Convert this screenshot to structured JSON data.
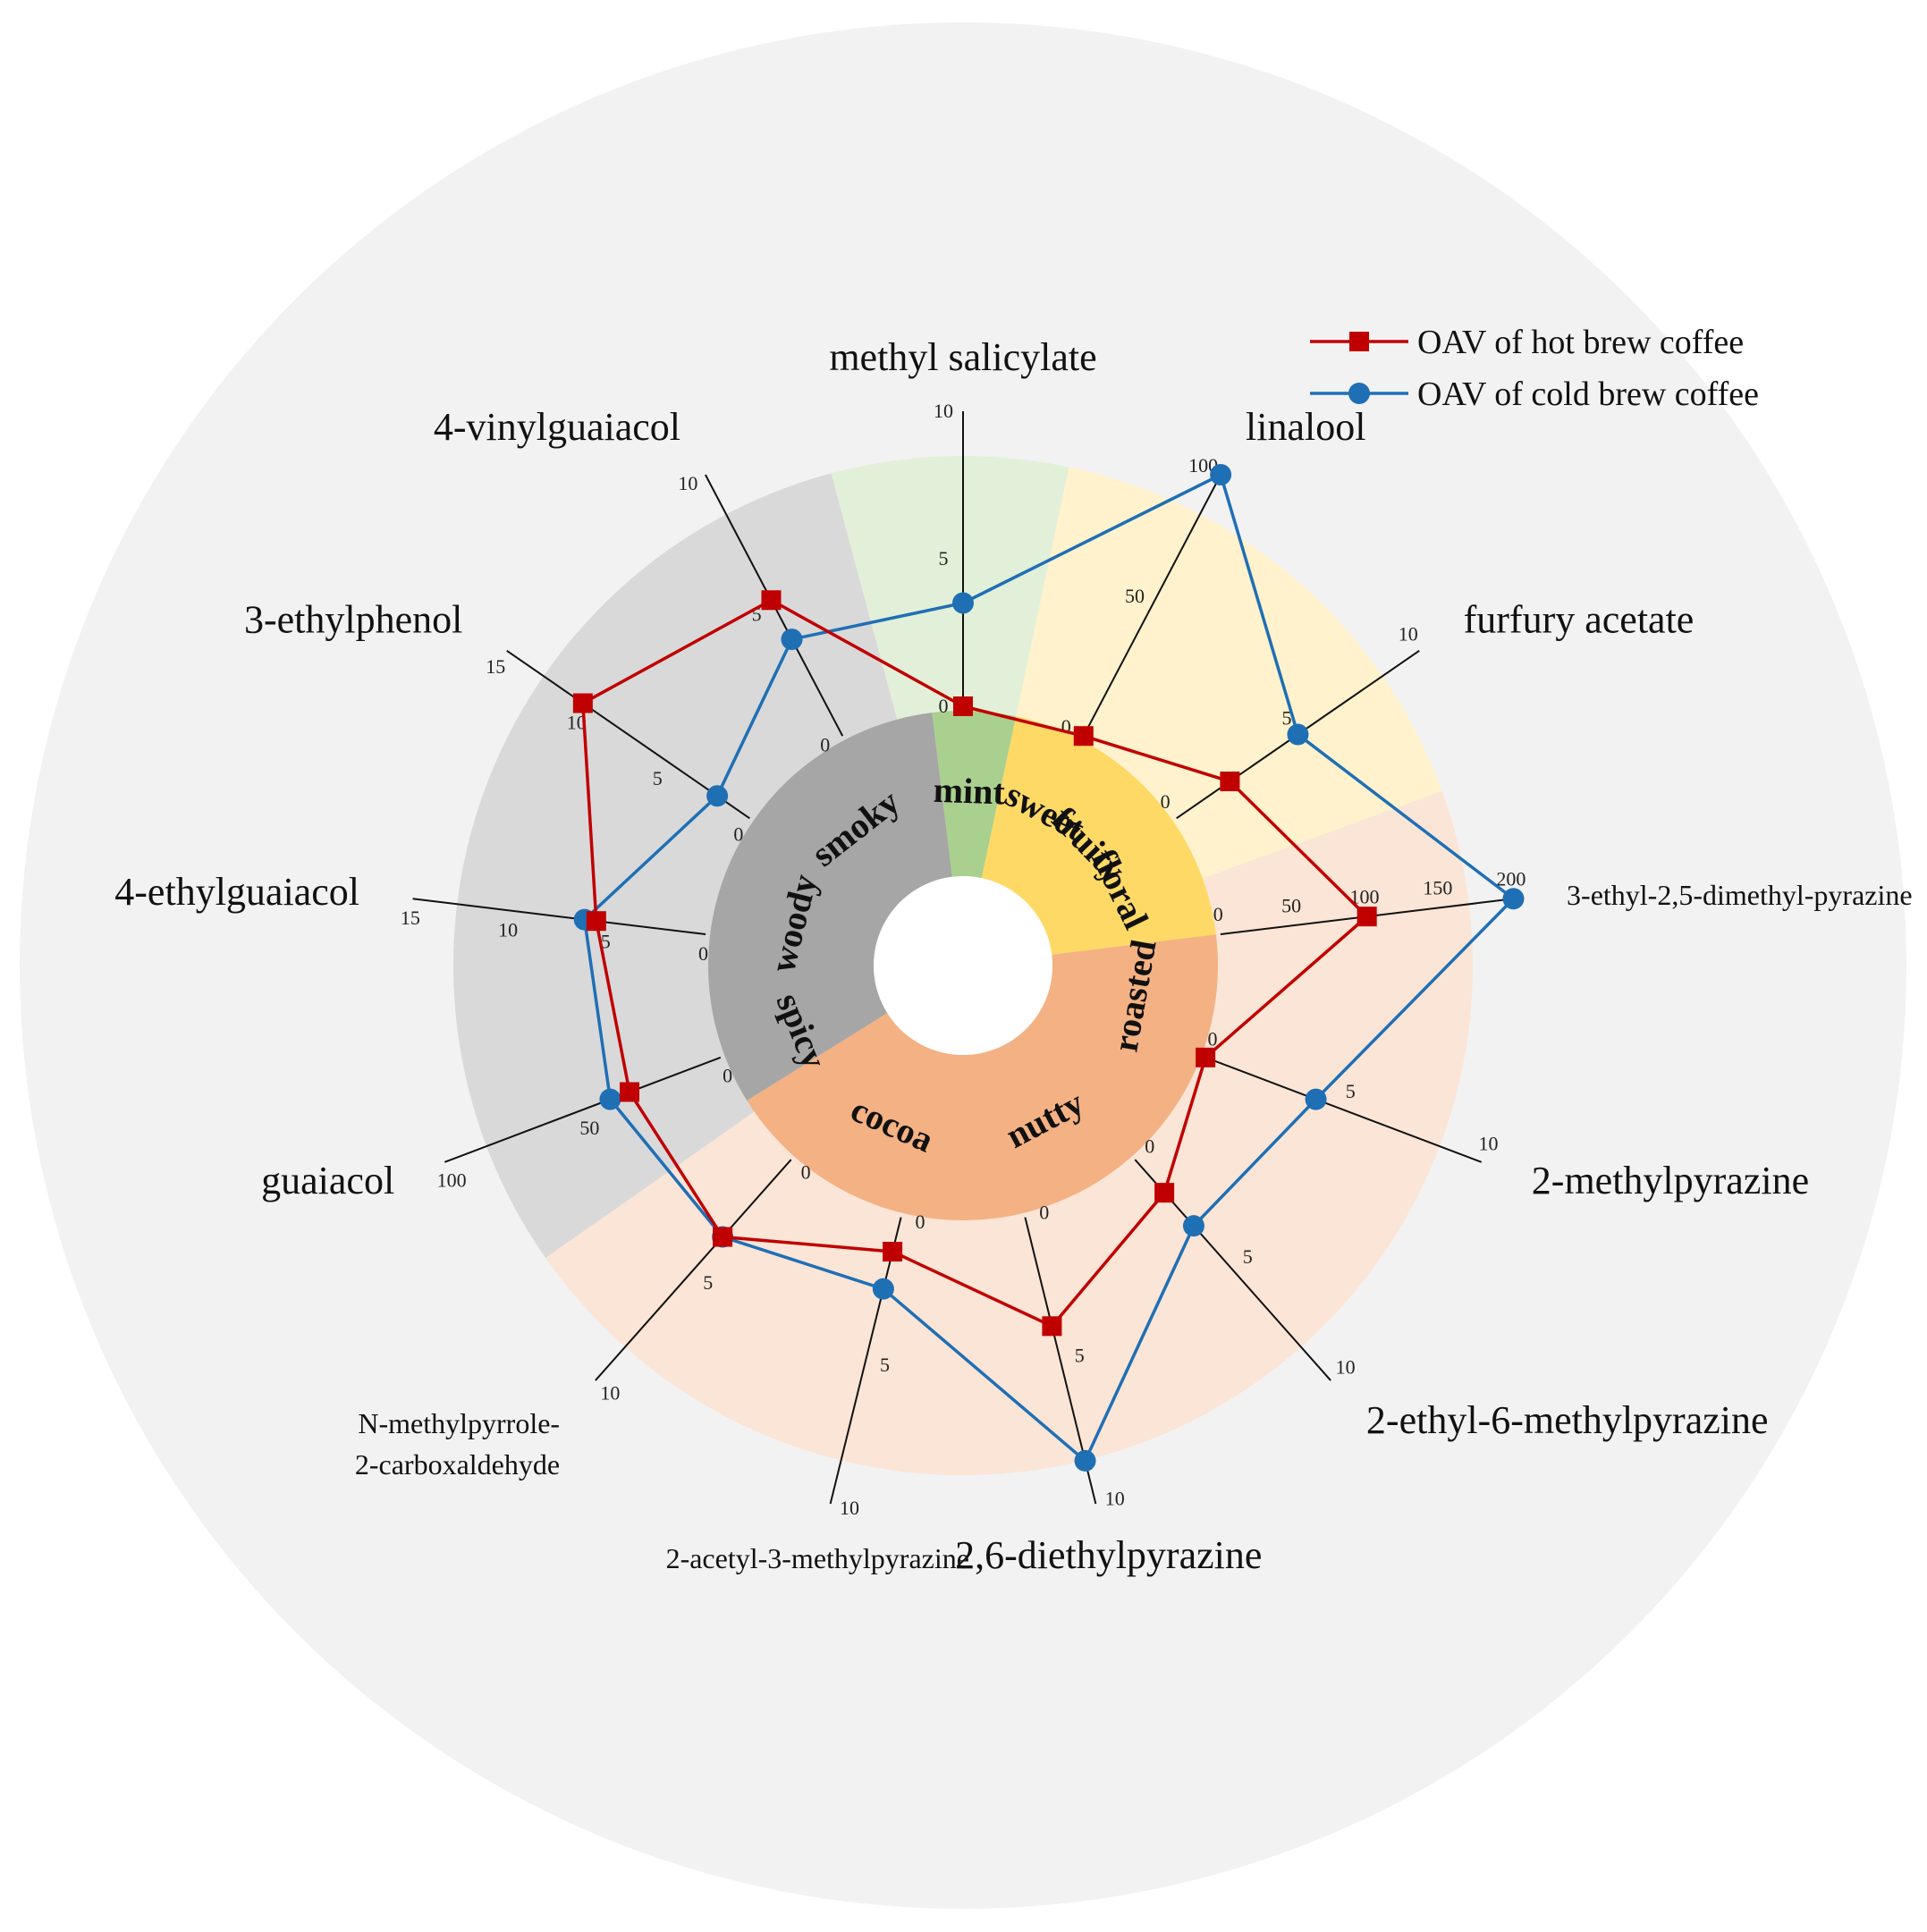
{
  "chart_data": {
    "type": "radar",
    "legend": [
      {
        "name": "OAV of hot brew coffee",
        "color": "#c00000",
        "marker": "square"
      },
      {
        "name": "OAV of cold brew coffee",
        "color": "#1f6fb5",
        "marker": "circle"
      }
    ],
    "legend_position": "top-right",
    "axes": [
      {
        "label": "methyl salicylate",
        "ticks": [
          "0",
          "5",
          "10"
        ],
        "max": 10,
        "hot": 0,
        "cold": 3.5
      },
      {
        "label": "linalool",
        "ticks": [
          "0",
          "50",
          "100"
        ],
        "max": 100,
        "hot": 0,
        "cold": 100
      },
      {
        "label": "furfury acetate",
        "ticks": [
          "0",
          "5",
          "10"
        ],
        "max": 10,
        "hot": 2.2,
        "cold": 5
      },
      {
        "label": "3-ethyl-2,5-dimethyl-pyrazine",
        "ticks": [
          "0",
          "50",
          "100",
          "150",
          "200"
        ],
        "max": 200,
        "hot": 100,
        "cold": 200
      },
      {
        "label": "2-methylpyrazine",
        "ticks": [
          "0",
          "5",
          "10"
        ],
        "max": 10,
        "hot": 0,
        "cold": 4
      },
      {
        "label": "2-ethyl-6-methylpyrazine",
        "ticks": [
          "0",
          "5",
          "10"
        ],
        "max": 10,
        "hot": 1.5,
        "cold": 3
      },
      {
        "label": "2,6-diethylpyrazine",
        "ticks": [
          "0",
          "5",
          "10"
        ],
        "max": 10,
        "hot": 3.8,
        "cold": 8.5
      },
      {
        "label": "2-acetyl-3-methylpyrazine",
        "ticks": [
          "0",
          "5",
          "10"
        ],
        "max": 10,
        "hot": 1.2,
        "cold": 2.5
      },
      {
        "label": "N-methylpyrrole-\n2-carboxaldehyde",
        "ticks": [
          "0",
          "5",
          "10"
        ],
        "max": 10,
        "hot": 3.5,
        "cold": 3.5
      },
      {
        "label": "guaiacol",
        "ticks": [
          "0",
          "50",
          "100"
        ],
        "max": 100,
        "hot": 33,
        "cold": 40
      },
      {
        "label": "4-ethylguaiacol",
        "ticks": [
          "0",
          "5",
          "10",
          "15"
        ],
        "max": 15,
        "hot": 5.6,
        "cold": 6.2
      },
      {
        "label": "3-ethylphenol",
        "ticks": [
          "0",
          "5",
          "10",
          "15"
        ],
        "max": 15,
        "hot": 10.3,
        "cold": 2
      },
      {
        "label": "4-vinylguaiacol",
        "ticks": [
          "0",
          "5",
          "10"
        ],
        "max": 10,
        "hot": 5.2,
        "cold": 3.7
      }
    ],
    "categories": [
      {
        "label": "mint",
        "color": "#a9d08e"
      },
      {
        "label": "sweet",
        "color": "#ffd966"
      },
      {
        "label": "fruity",
        "color": "#ffd966"
      },
      {
        "label": "floral",
        "color": "#ffd966"
      },
      {
        "label": "roasted",
        "color": "#f4b183"
      },
      {
        "label": "nutty",
        "color": "#f4b183"
      },
      {
        "label": "cocoa",
        "color": "#f4b183"
      },
      {
        "label": "spicy",
        "color": "#a6a6a6"
      },
      {
        "label": "woody",
        "color": "#a6a6a6"
      },
      {
        "label": "smoky",
        "color": "#a6a6a6"
      }
    ],
    "colors": {
      "background_circle": "#f2f2f2",
      "mint_band": "#e2f0d9",
      "sweet_band": "#fff2cc",
      "roasted_band": "#fbe5d6",
      "smoky_band": "#d9d9d9"
    }
  }
}
